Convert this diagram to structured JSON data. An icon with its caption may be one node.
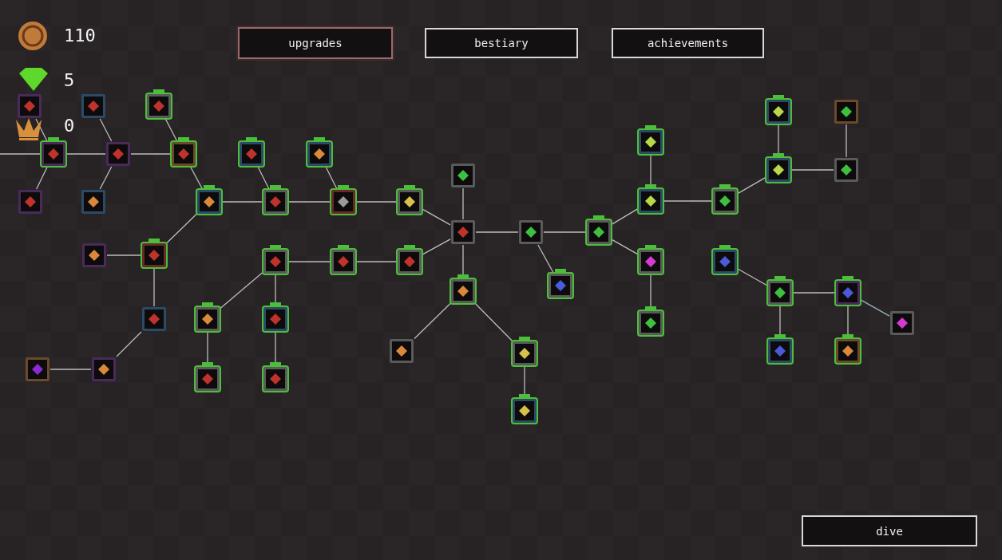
{
  "diagram": {
    "nodes": [
      {
        "text": [
          "upgrades"
        ]
      },
      {
        "text": [
          "bestiary"
        ]
      },
      {
        "text": [
          "achievements"
        ]
      },
      {
        "text": [],
        "shape": "picture"
      },
      {
        "text": [],
        "shape": "picture"
      },
      {
        "text": [],
        "shape": "picture"
      },
      {
        "text": [],
        "shape": "picture"
      },
      {
        "text": [],
        "shape": "picture"
      },
      {
        "text": [],
        "shape": "picture"
      },
      {
        "text": [],
        "shape": "picture"
      },
      {
        "text": [],
        "shape": "picture"
      },
      {
        "text": [],
        "shape": "picture"
      },
      {
        "text": [],
        "shape": "picture"
      },
      {
        "text": [],
        "shape": "picture"
      },
      {
        "text": [],
        "shape": "picture"
      },
      {
        "text": [],
        "shape": "picture"
      },
      {
        "text": [],
        "shape": "picture"
      },
      {
        "text": [],
        "shape": "picture"
      },
      {
        "text": [],
        "shape": "picture"
      },
      {
        "text": [],
        "shape": "picture"
      },
      {
        "text": [],
        "shape": "picture"
      },
      {
        "text": [],
        "shape": "picture"
      },
      {
        "text": [],
        "shape": "picture"
      },
      {
        "text": [],
        "shape": "picture"
      },
      {
        "text": [],
        "shape": "picture"
      },
      {
        "text": [],
        "shape": "picture"
      },
      {
        "text": [],
        "shape": "picture"
      },
      {
        "text": [],
        "shape": "picture"
      },
      {
        "text": [],
        "shape": "picture"
      },
      {
        "text": [],
        "shape": "picture"
      },
      {
        "text": [],
        "shape": "picture"
      },
      {
        "text": [],
        "shape": "picture"
      },
      {
        "text": [],
        "shape": "picture"
      },
      {
        "text": [],
        "shape": "picture"
      },
      {
        "text": [],
        "shape": "picture"
      },
      {
        "text": [],
        "shape": "picture"
      },
      {
        "text": [],
        "shape": "picture"
      },
      {
        "text": [],
        "shape": "picture"
      },
      {
        "text": [],
        "shape": "picture"
      },
      {
        "text": [],
        "shape": "picture"
      },
      {
        "text": [],
        "shape": "picture"
      },
      {
        "text": [],
        "shape": "picture"
      },
      {
        "text": [],
        "shape": "picture"
      },
      {
        "text": [],
        "shape": "picture"
      },
      {
        "text": [],
        "shape": "picture"
      },
      {
        "text": [],
        "shape": "picture"
      },
      {
        "text": [],
        "shape": "picture"
      },
      {
        "text": [],
        "shape": "picture"
      },
      {
        "text": [],
        "shape": "picture"
      },
      {
        "text": [],
        "shape": "picture"
      },
      {
        "text": [],
        "shape": "picture"
      },
      {
        "text": [],
        "shape": "picture"
      },
      {
        "text": [],
        "shape": "picture"
      },
      {
        "text": [
          "dive"
        ]
      }
    ],
    "edges": [
      {
        "from": null,
        "to": 6,
        "arrow": "none"
      },
      {
        "from": 3,
        "to": 6,
        "arrow": "none"
      },
      {
        "from": 4,
        "to": 7,
        "arrow": "none"
      },
      {
        "from": 5,
        "to": 8,
        "arrow": "none"
      },
      {
        "from": 6,
        "to": 7,
        "arrow": "none"
      },
      {
        "from": 7,
        "to": 8,
        "arrow": "none"
      },
      {
        "from": 9,
        "to": 6,
        "arrow": "none"
      },
      {
        "from": 10,
        "to": 7,
        "arrow": "none"
      },
      {
        "from": 11,
        "to": 14,
        "arrow": "none"
      },
      {
        "from": 12,
        "to": 15,
        "arrow": "none"
      },
      {
        "from": 8,
        "to": 13,
        "arrow": "none"
      },
      {
        "from": 13,
        "to": 14,
        "arrow": "none"
      },
      {
        "from": 14,
        "to": 15,
        "arrow": "none"
      },
      {
        "from": 15,
        "to": 16,
        "arrow": "none"
      },
      {
        "from": 16,
        "to": 18,
        "arrow": "none"
      },
      {
        "from": 13,
        "to": 29,
        "arrow": "none"
      },
      {
        "from": 28,
        "to": 29,
        "arrow": "none"
      },
      {
        "from": 29,
        "to": 39,
        "arrow": "none"
      },
      {
        "from": 39,
        "to": 48,
        "arrow": "none"
      },
      {
        "from": 48,
        "to": 49,
        "arrow": "none"
      },
      {
        "from": 30,
        "to": 31,
        "arrow": "none"
      },
      {
        "from": 31,
        "to": 32,
        "arrow": "none"
      },
      {
        "from": 32,
        "to": 18,
        "arrow": "none"
      },
      {
        "from": 30,
        "to": 40,
        "arrow": "none"
      },
      {
        "from": 30,
        "to": 41,
        "arrow": "none"
      },
      {
        "from": 40,
        "to": 50,
        "arrow": "none"
      },
      {
        "from": 41,
        "to": 51,
        "arrow": "none"
      },
      {
        "from": 17,
        "to": 18,
        "arrow": "none"
      },
      {
        "from": 18,
        "to": 36,
        "arrow": "none"
      },
      {
        "from": 36,
        "to": 44,
        "arrow": "none"
      },
      {
        "from": 36,
        "to": 45,
        "arrow": "none"
      },
      {
        "from": 45,
        "to": 52,
        "arrow": "none"
      },
      {
        "from": 18,
        "to": 19,
        "arrow": "none"
      },
      {
        "from": 19,
        "to": 35,
        "arrow": "none"
      },
      {
        "from": 19,
        "to": 20,
        "arrow": "none"
      },
      {
        "from": 20,
        "to": 21,
        "arrow": "none"
      },
      {
        "from": 20,
        "to": 33,
        "arrow": "none"
      },
      {
        "from": 21,
        "to": 22,
        "arrow": "none"
      },
      {
        "from": 21,
        "to": 23,
        "arrow": "none"
      },
      {
        "from": 23,
        "to": 24,
        "arrow": "none"
      },
      {
        "from": 24,
        "to": 25,
        "arrow": "none"
      },
      {
        "from": 24,
        "to": 26,
        "arrow": "none"
      },
      {
        "from": 26,
        "to": 27,
        "arrow": "none"
      },
      {
        "from": 33,
        "to": 42,
        "arrow": "none"
      },
      {
        "from": 34,
        "to": 37,
        "arrow": "none"
      },
      {
        "from": 37,
        "to": 38,
        "arrow": "none"
      },
      {
        "from": 37,
        "to": 46,
        "arrow": "none"
      },
      {
        "from": 38,
        "to": 47,
        "arrow": "none"
      },
      {
        "from": 38,
        "to": 43,
        "arrow": "none",
        "color": "#8fb4bc"
      }
    ],
    "labels": [
      "110",
      "5",
      "0"
    ]
  }
}
